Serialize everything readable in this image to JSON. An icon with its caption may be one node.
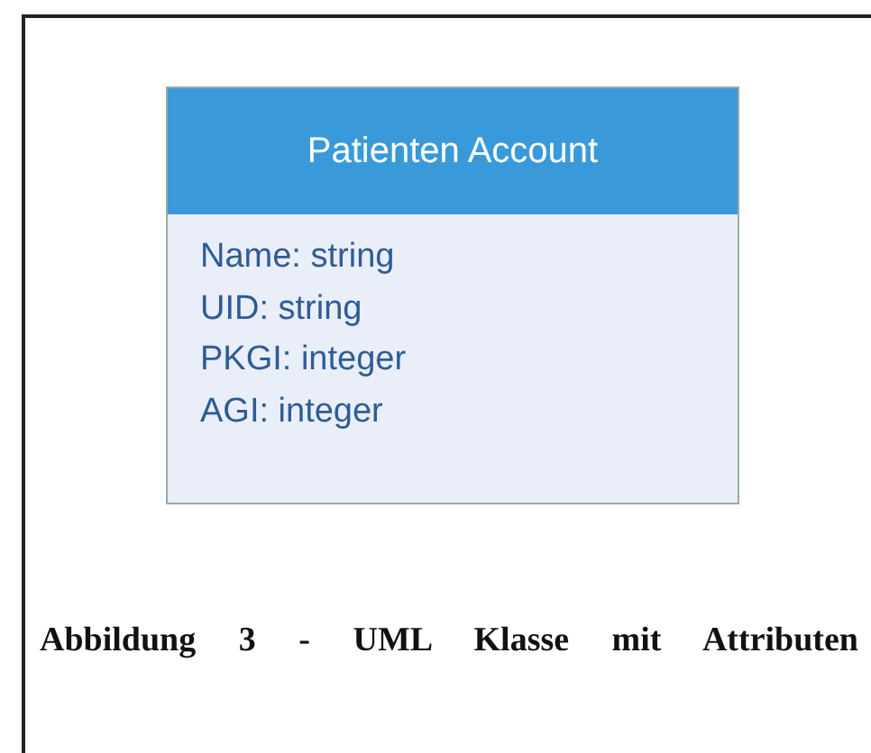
{
  "diagram": {
    "nodes": [
      {
        "text": [
          "Patienten Account",
          "Name: string",
          "UID: string",
          "PKGI: integer",
          "AGI: integer"
        ]
      }
    ],
    "edges": [],
    "caption": "Abbildung 3 - UML Klasse mit Attributen"
  }
}
